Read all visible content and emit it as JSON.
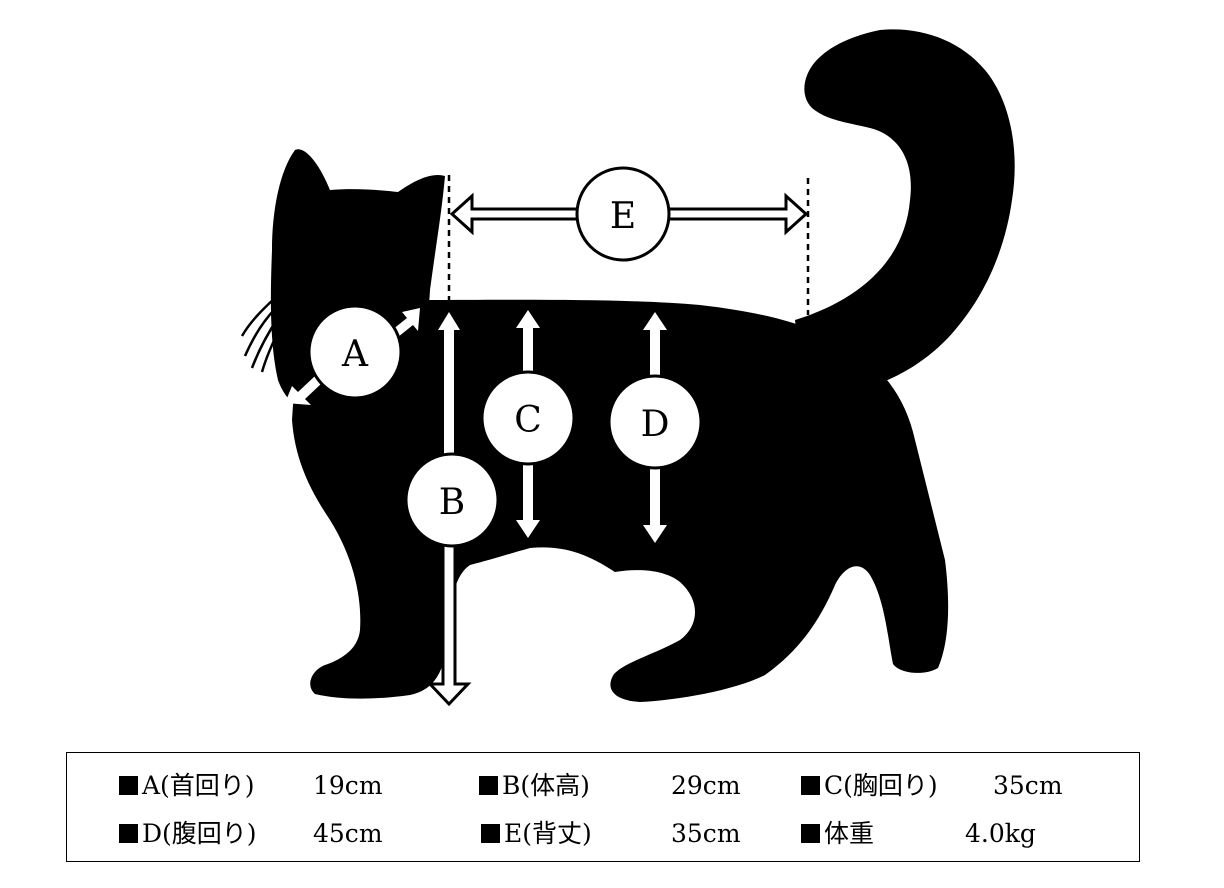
{
  "labels": {
    "a": "A",
    "b": "B",
    "c": "C",
    "d": "D",
    "e": "E"
  },
  "measurements": [
    {
      "name": "A(首回り)",
      "value": "19cm"
    },
    {
      "name": "B(体高)",
      "value": "29cm"
    },
    {
      "name": "C(胸回り)",
      "value": "35cm"
    },
    {
      "name": "D(腹回り)",
      "value": "45cm"
    },
    {
      "name": "E(背丈)",
      "value": "35cm"
    },
    {
      "name": "体重",
      "value": "4.0kg"
    }
  ],
  "colors": {
    "silhouette": "#000000",
    "background": "#ffffff"
  }
}
